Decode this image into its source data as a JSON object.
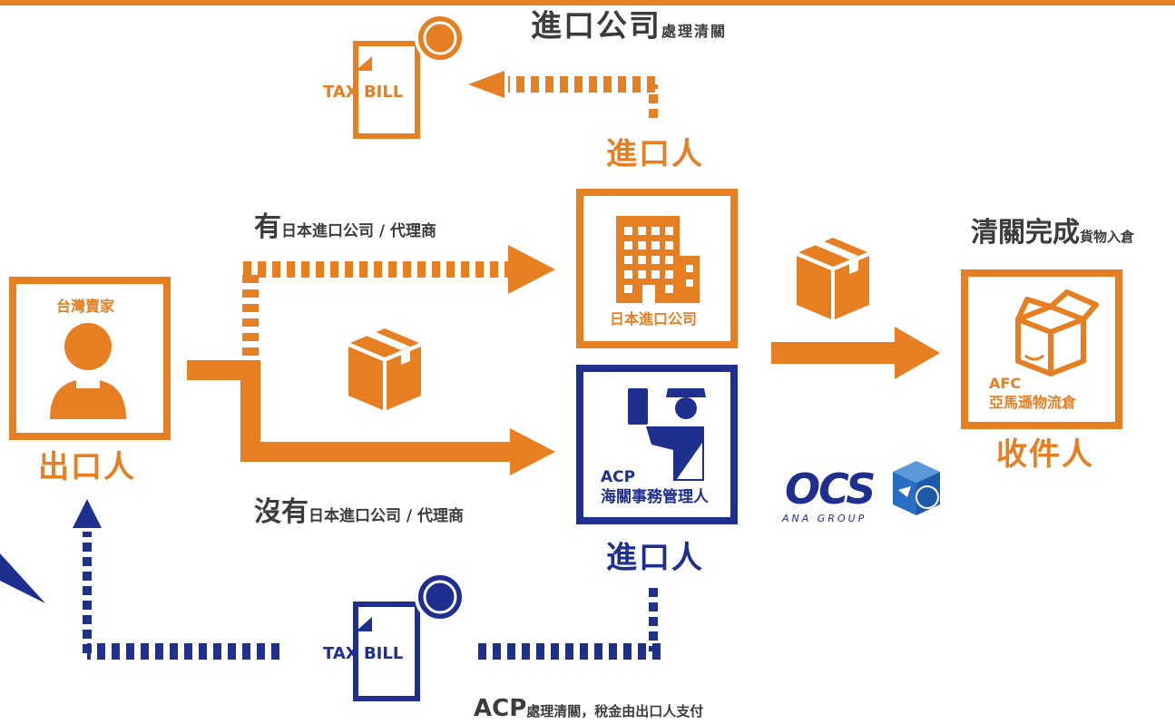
{
  "labels": {
    "top_heading_main": "進口公司",
    "top_heading_sub": "處理清關",
    "importer_top": "進口人",
    "importer_bottom": "進口人",
    "route_with_prefix": "有",
    "route_with_text": "日本進口公司 / 代理商",
    "route_without_prefix": "沒有",
    "route_without_text": "日本進口公司 / 代理商",
    "seller_box": "台灣賣家",
    "exporter": "出口人",
    "japan_company_box": "日本進口公司",
    "acp_box_line1": "ACP",
    "acp_box_line2": "海關事務管理人",
    "clearance_main": "清關完成",
    "clearance_sub": "貨物入倉",
    "afc_line1": "AFC",
    "afc_line2": "亞馬遜物流倉",
    "recipient": "收件人",
    "tax_bill_top": "TAX BILL",
    "tax_bill_bottom": "TAX BILL",
    "ocs_logo_text": "OCS",
    "ocs_logo_sub": "ANA GROUP",
    "bottom_main": "ACP",
    "bottom_sub": "處理清關，稅金由出口人支付"
  },
  "icons": {
    "seller": "person-icon",
    "japan_company": "building-icon",
    "acp": "customs-officer-icon",
    "afc": "amazon-box-icon",
    "parcel": "cardboard-box-icon",
    "bill": "tax-bill-dollar-icon",
    "ocs": "ocs-globe-plane-icon"
  },
  "colors": {
    "orange": "#e67e22",
    "navy": "#1e2f8f",
    "text_dark": "#3c3c3c"
  }
}
